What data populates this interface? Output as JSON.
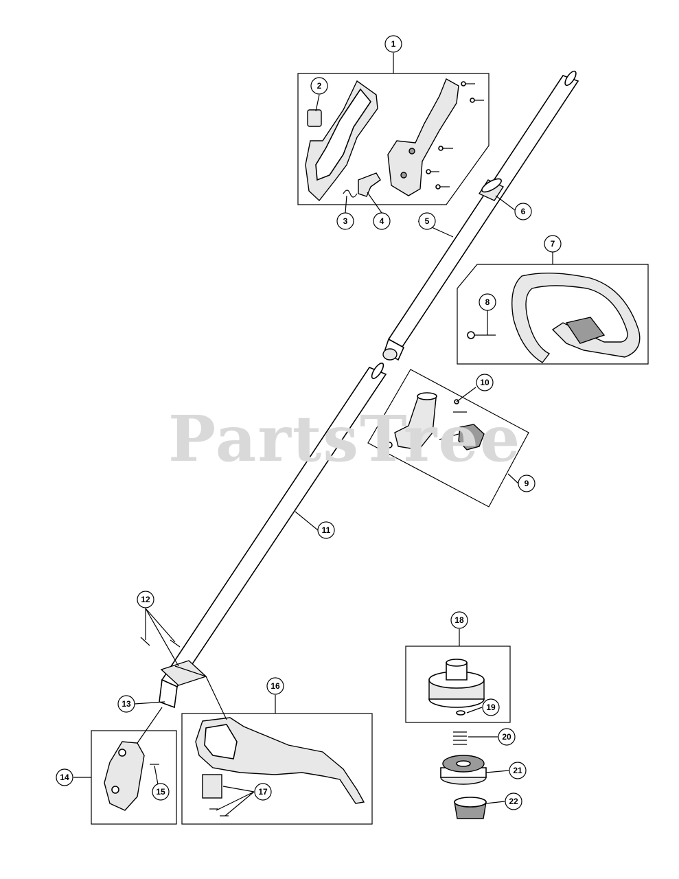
{
  "watermark": "PartsTree",
  "callouts": [
    {
      "id": "1",
      "label": "1"
    },
    {
      "id": "2",
      "label": "2"
    },
    {
      "id": "3",
      "label": "3"
    },
    {
      "id": "4",
      "label": "4"
    },
    {
      "id": "5",
      "label": "5"
    },
    {
      "id": "6",
      "label": "6"
    },
    {
      "id": "7",
      "label": "7"
    },
    {
      "id": "8",
      "label": "8"
    },
    {
      "id": "9",
      "label": "9"
    },
    {
      "id": "10",
      "label": "10"
    },
    {
      "id": "11",
      "label": "11"
    },
    {
      "id": "12",
      "label": "12"
    },
    {
      "id": "13",
      "label": "13"
    },
    {
      "id": "14",
      "label": "14"
    },
    {
      "id": "15",
      "label": "15"
    },
    {
      "id": "16",
      "label": "16"
    },
    {
      "id": "17",
      "label": "17"
    },
    {
      "id": "18",
      "label": "18"
    },
    {
      "id": "19",
      "label": "19"
    },
    {
      "id": "20",
      "label": "20"
    },
    {
      "id": "21",
      "label": "21"
    },
    {
      "id": "22",
      "label": "22"
    }
  ]
}
